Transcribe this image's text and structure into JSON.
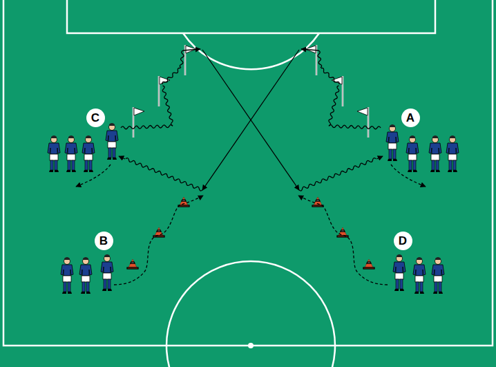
{
  "diagram": {
    "nodes": [
      {
        "text": [
          "C"
        ]
      },
      {
        "text": [
          "A"
        ]
      },
      {
        "text": [
          "B"
        ]
      },
      {
        "text": [
          "D"
        ]
      }
    ]
  }
}
